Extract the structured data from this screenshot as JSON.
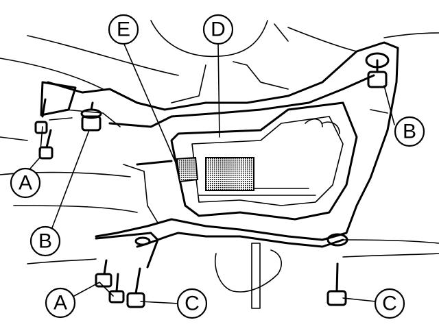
{
  "callouts": {
    "top_e": "E",
    "top_d": "D",
    "right_b": "B",
    "left_a": "A",
    "left_b": "B",
    "bottom_a": "A",
    "bottom_c": "C",
    "bottom_right_c": "C"
  }
}
